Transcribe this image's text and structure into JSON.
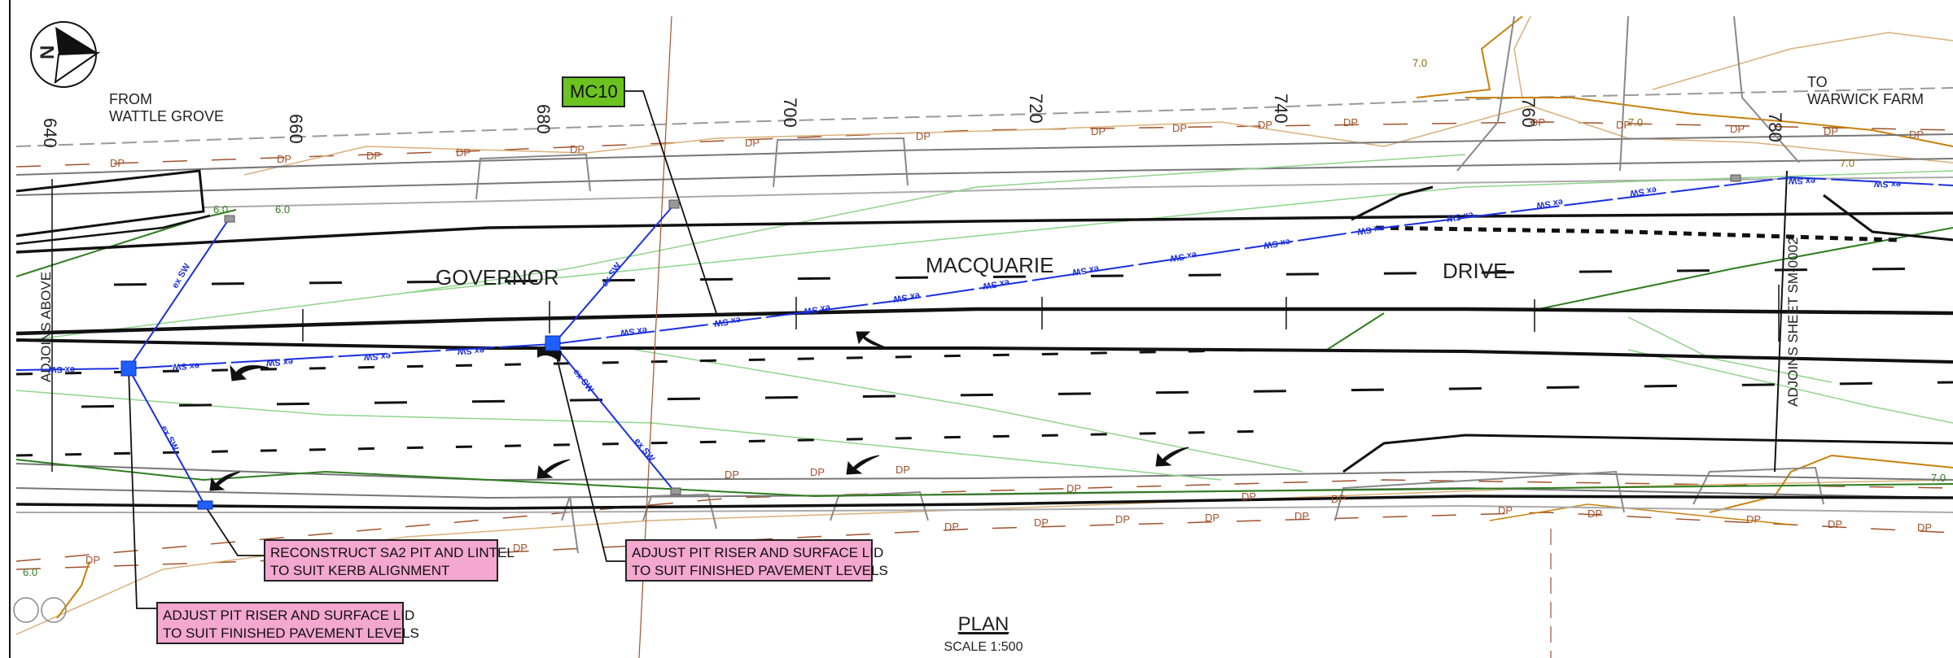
{
  "north_arrow": {
    "letter": "N"
  },
  "from_note": {
    "line1": "FROM",
    "line2": "WATTLE GROVE"
  },
  "to_note": {
    "line1": "TO",
    "line2": "WARWICK FARM"
  },
  "chainages": [
    "640",
    "660",
    "680",
    "700",
    "720",
    "740",
    "760",
    "780"
  ],
  "road_name": {
    "part1": "GOVERNOR",
    "part2": "MACQUARIE",
    "part3": "DRIVE"
  },
  "adjoins_left": "ADJOINS ABOVE",
  "adjoins_right": "ADJOINS SHEET SM-0002",
  "mc_tag": "MC10",
  "sw_label": "ex SW",
  "dp_label": "DP",
  "contour_labels": [
    "7.0",
    "7.0",
    "7.0",
    "6.0",
    "6.0",
    "7.0",
    "6.0"
  ],
  "callouts": {
    "reconstruct": {
      "line1": "RECONSTRUCT SA2 PIT AND LINTEL",
      "line2": "TO SUIT KERB ALIGNMENT"
    },
    "adjust_centre": {
      "line1": "ADJUST PIT RISER AND SURFACE LID",
      "line2": "TO SUIT FINISHED PAVEMENT LEVELS"
    },
    "adjust_left": {
      "line1": "ADJUST PIT RISER AND SURFACE LID",
      "line2": "TO SUIT FINISHED PAVEMENT LEVELS"
    }
  },
  "title": {
    "name": "PLAN",
    "scale": "SCALE 1:500"
  },
  "colors": {
    "kerb": "#111111",
    "road_edge": "#777777",
    "stormwater": "#1a2fe0",
    "pit": "#1f5fff",
    "dp_line": "#a0522d",
    "contour_tan": "#d9b07a",
    "contour_orange": "#c8800a",
    "boundary_green": "#2e7d1e",
    "light_green": "#8fd48a",
    "mc_fill": "#6cc31f",
    "callout_fill": "#f4a7cf"
  }
}
